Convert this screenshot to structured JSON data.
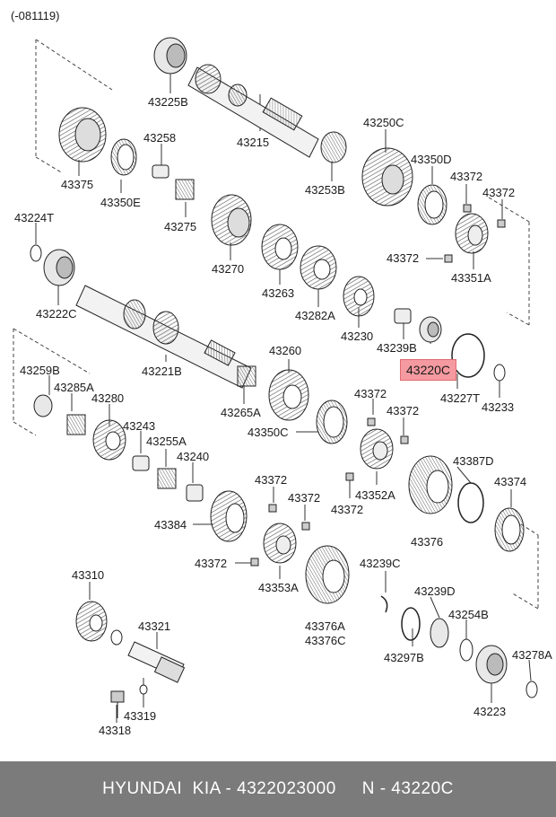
{
  "revision_note": "(-081119)",
  "parts": {
    "p43225B": "43225B",
    "p43215": "43215",
    "p43250C": "43250C",
    "p43375": "43375",
    "p43258": "43258",
    "p43350E": "43350E",
    "p43253B": "43253B",
    "p43350D": "43350D",
    "p43372a": "43372",
    "p43372b": "43372",
    "p43275": "43275",
    "p43224T": "43224T",
    "p43270": "43270",
    "p43372c": "43372",
    "p43263": "43263",
    "p43351A": "43351A",
    "p43222C": "43222C",
    "p43282A": "43282A",
    "p43230": "43230",
    "p43239B": "43239B",
    "p43260": "43260",
    "p43259B": "43259B",
    "p43221B": "43221B",
    "p43220C": "43220C",
    "p43227T": "43227T",
    "p43285A": "43285A",
    "p43280": "43280",
    "p43372d": "43372",
    "p43233": "43233",
    "p43265A": "43265A",
    "p43372e": "43372",
    "p43243": "43243",
    "p43350C": "43350C",
    "p43255A": "43255A",
    "p43387D": "43387D",
    "p43240": "43240",
    "p43374": "43374",
    "p43372f": "43372",
    "p43352A": "43352A",
    "p43372g": "43372",
    "p43372h": "43372",
    "p43384": "43384",
    "p43376": "43376",
    "p43372i": "43372",
    "p43239C": "43239C",
    "p43353A": "43353A",
    "p43310": "43310",
    "p43239D": "43239D",
    "p43376A": "43376A",
    "p43376C": "43376C",
    "p43254B": "43254B",
    "p43321": "43321",
    "p43297B": "43297B",
    "p43278A": "43278A",
    "p43319": "43319",
    "p43223": "43223",
    "p43318": "43318"
  },
  "footer": {
    "text": "HYUNDAI  KIA - 4322023000     N - 43220C"
  },
  "colors": {
    "highlight": "#f59aa0",
    "footer_bg": "#7b7b7b",
    "line": "#333333"
  }
}
